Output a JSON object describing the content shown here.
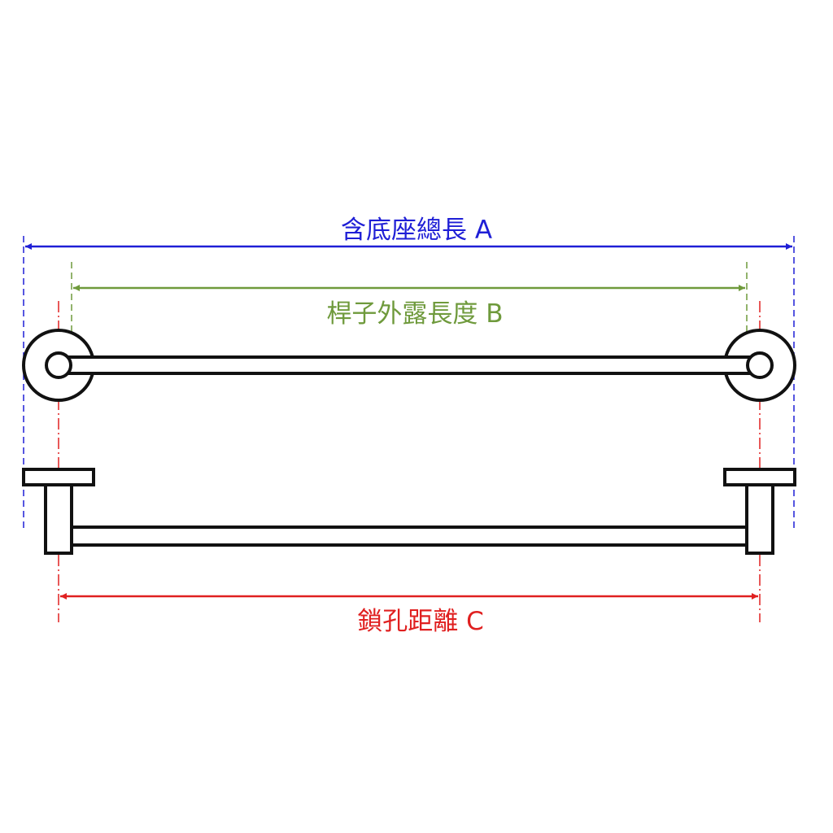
{
  "labels": {
    "a": "含底座總長 A",
    "b": "桿子外露長度 B",
    "c": "鎖孔距離 C"
  },
  "colors": {
    "a": "#1f1fd6",
    "b": "#6f9a3c",
    "c": "#e02020",
    "stroke": "#111111"
  }
}
